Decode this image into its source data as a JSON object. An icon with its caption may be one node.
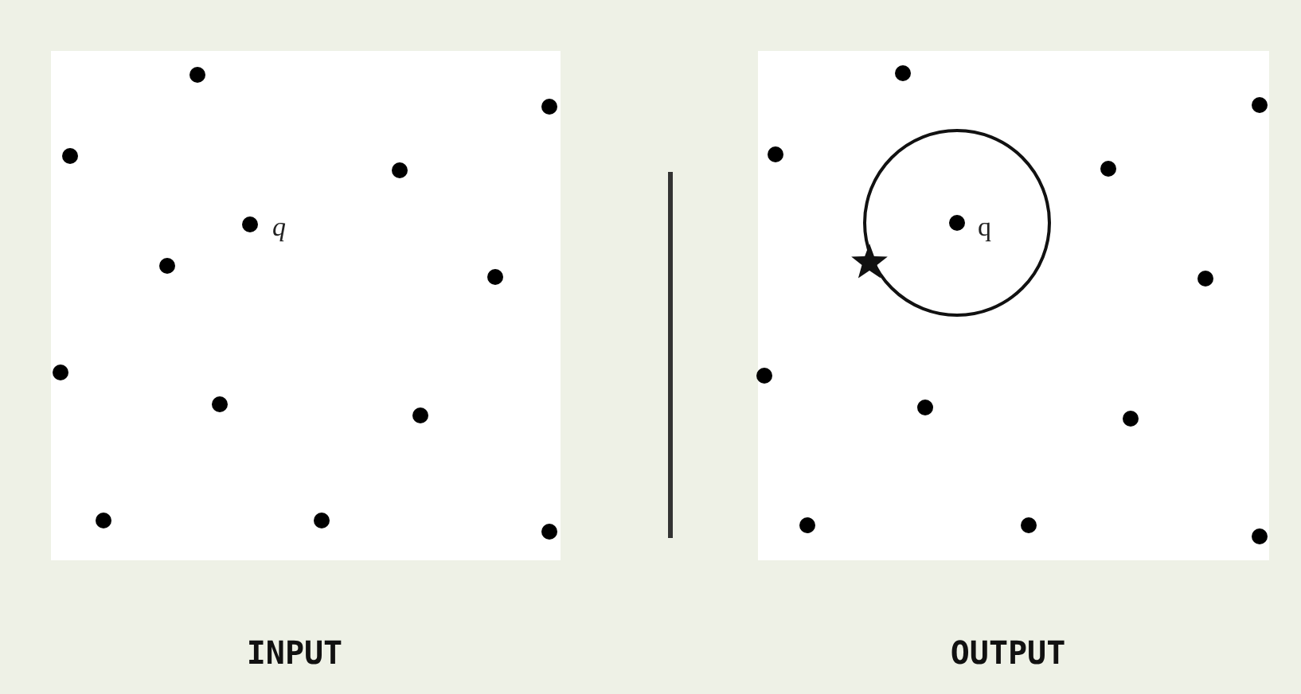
{
  "diagram": {
    "labels": [
      "q",
      "q",
      "INPUT",
      "OUTPUT"
    ]
  }
}
